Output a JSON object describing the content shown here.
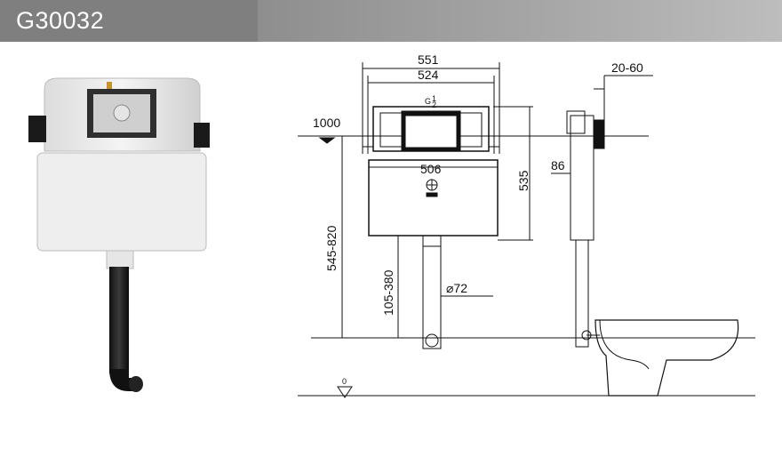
{
  "header": {
    "model_code": "G30032"
  },
  "drawing": {
    "dim_outer_width": "551",
    "dim_inner_width": "524",
    "dim_inlet": "G",
    "dim_inlet_num": "1",
    "dim_inlet_den": "2",
    "dim_install_height": "1000",
    "dim_tank_width": "506",
    "dim_tank_height": "535",
    "dim_frame_range": "545-820",
    "dim_outlet_range": "105-380",
    "dim_outlet_diameter": "⌀72",
    "dim_wall_range": "20-60",
    "dim_depth": "86",
    "dim_floor": "0"
  }
}
